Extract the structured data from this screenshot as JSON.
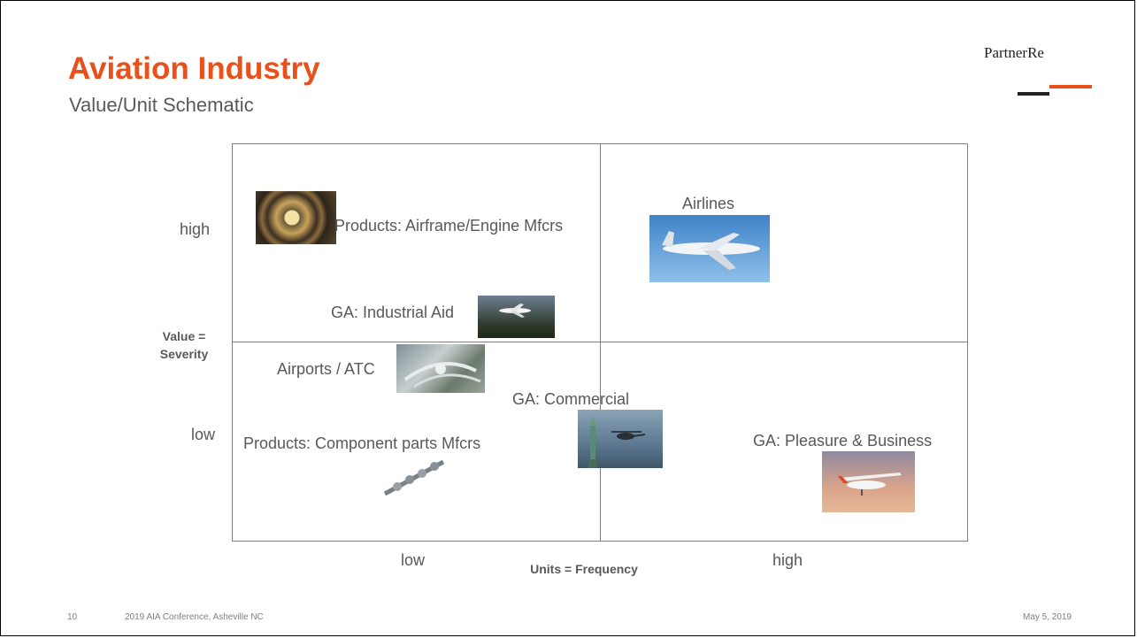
{
  "header": {
    "title": "Aviation Industry",
    "subtitle": "Value/Unit Schematic",
    "brand": "PartnerRe",
    "accent_color": "#e8501c"
  },
  "axes": {
    "y_title": "Value =\nSeverity",
    "y_high": "high",
    "y_low": "low",
    "x_title": "Units = Frequency",
    "x_low": "low",
    "x_high": "high"
  },
  "items": {
    "airframe": "Products: Airframe/Engine Mfcrs",
    "airlines": "Airlines",
    "industrial": "GA: Industrial Aid",
    "airports": "Airports / ATC",
    "commercial": "GA: Commercial",
    "component": "Products: Component parts Mfcrs",
    "pleasure": "GA: Pleasure & Business"
  },
  "images": {
    "engine": "jet-engine-photo",
    "airliner": "airliner-photo",
    "business_jet": "business-jet-photo",
    "airport": "airport-aerial-photo",
    "helicopter": "helicopter-statue-of-liberty-photo",
    "part": "engine-component-photo",
    "cessna": "small-plane-photo"
  },
  "footer": {
    "page_number": "10",
    "event": "2019 AIA Conference, Asheville NC",
    "date": "May 5, 2019"
  }
}
